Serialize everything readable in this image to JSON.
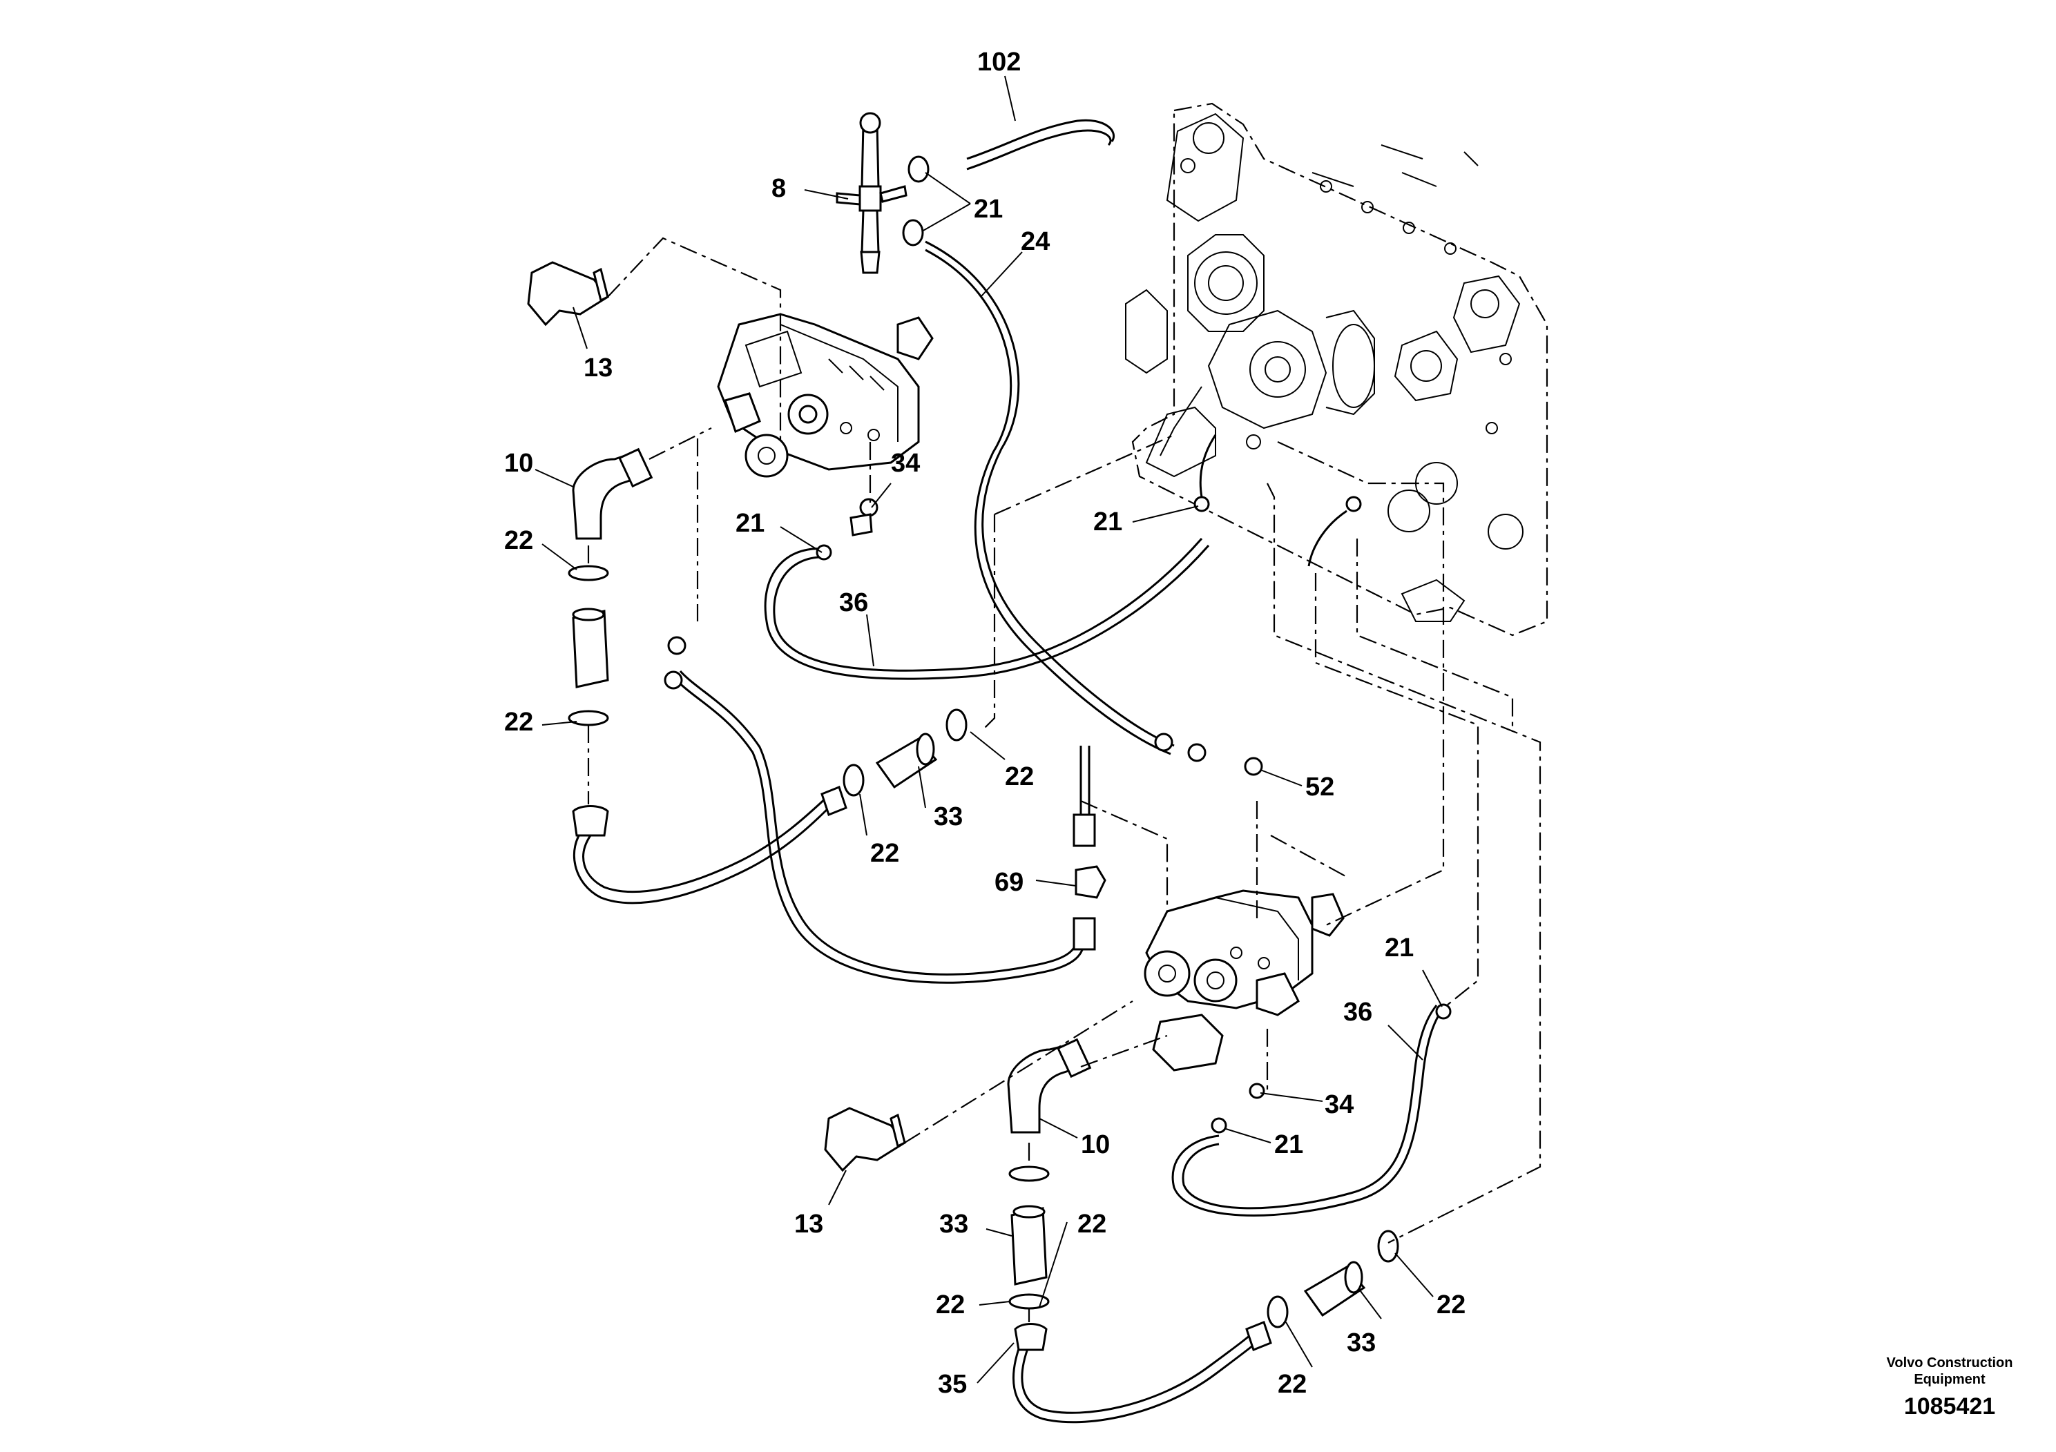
{
  "callouts": {
    "c102": "102",
    "c8": "8",
    "c21a": "21",
    "c24": "24",
    "c13a": "13",
    "c10a": "10",
    "c34a": "34",
    "c21b": "21",
    "c22a": "22",
    "c21c": "21",
    "c36a": "36",
    "c22b": "22",
    "c22c": "22",
    "c33a": "33",
    "c22d": "22",
    "c52": "52",
    "c69": "69",
    "c21d": "21",
    "c36b": "36",
    "c34b": "34",
    "c10b": "10",
    "c21e": "21",
    "c13b": "13",
    "c33b": "33",
    "c22e": "22",
    "c22f": "22",
    "c22g": "22",
    "c33c": "33",
    "c35": "35",
    "c22h": "22"
  },
  "footer": {
    "brand_line1": "Volvo Construction",
    "brand_line2": "Equipment",
    "doc_number": "1085421"
  }
}
